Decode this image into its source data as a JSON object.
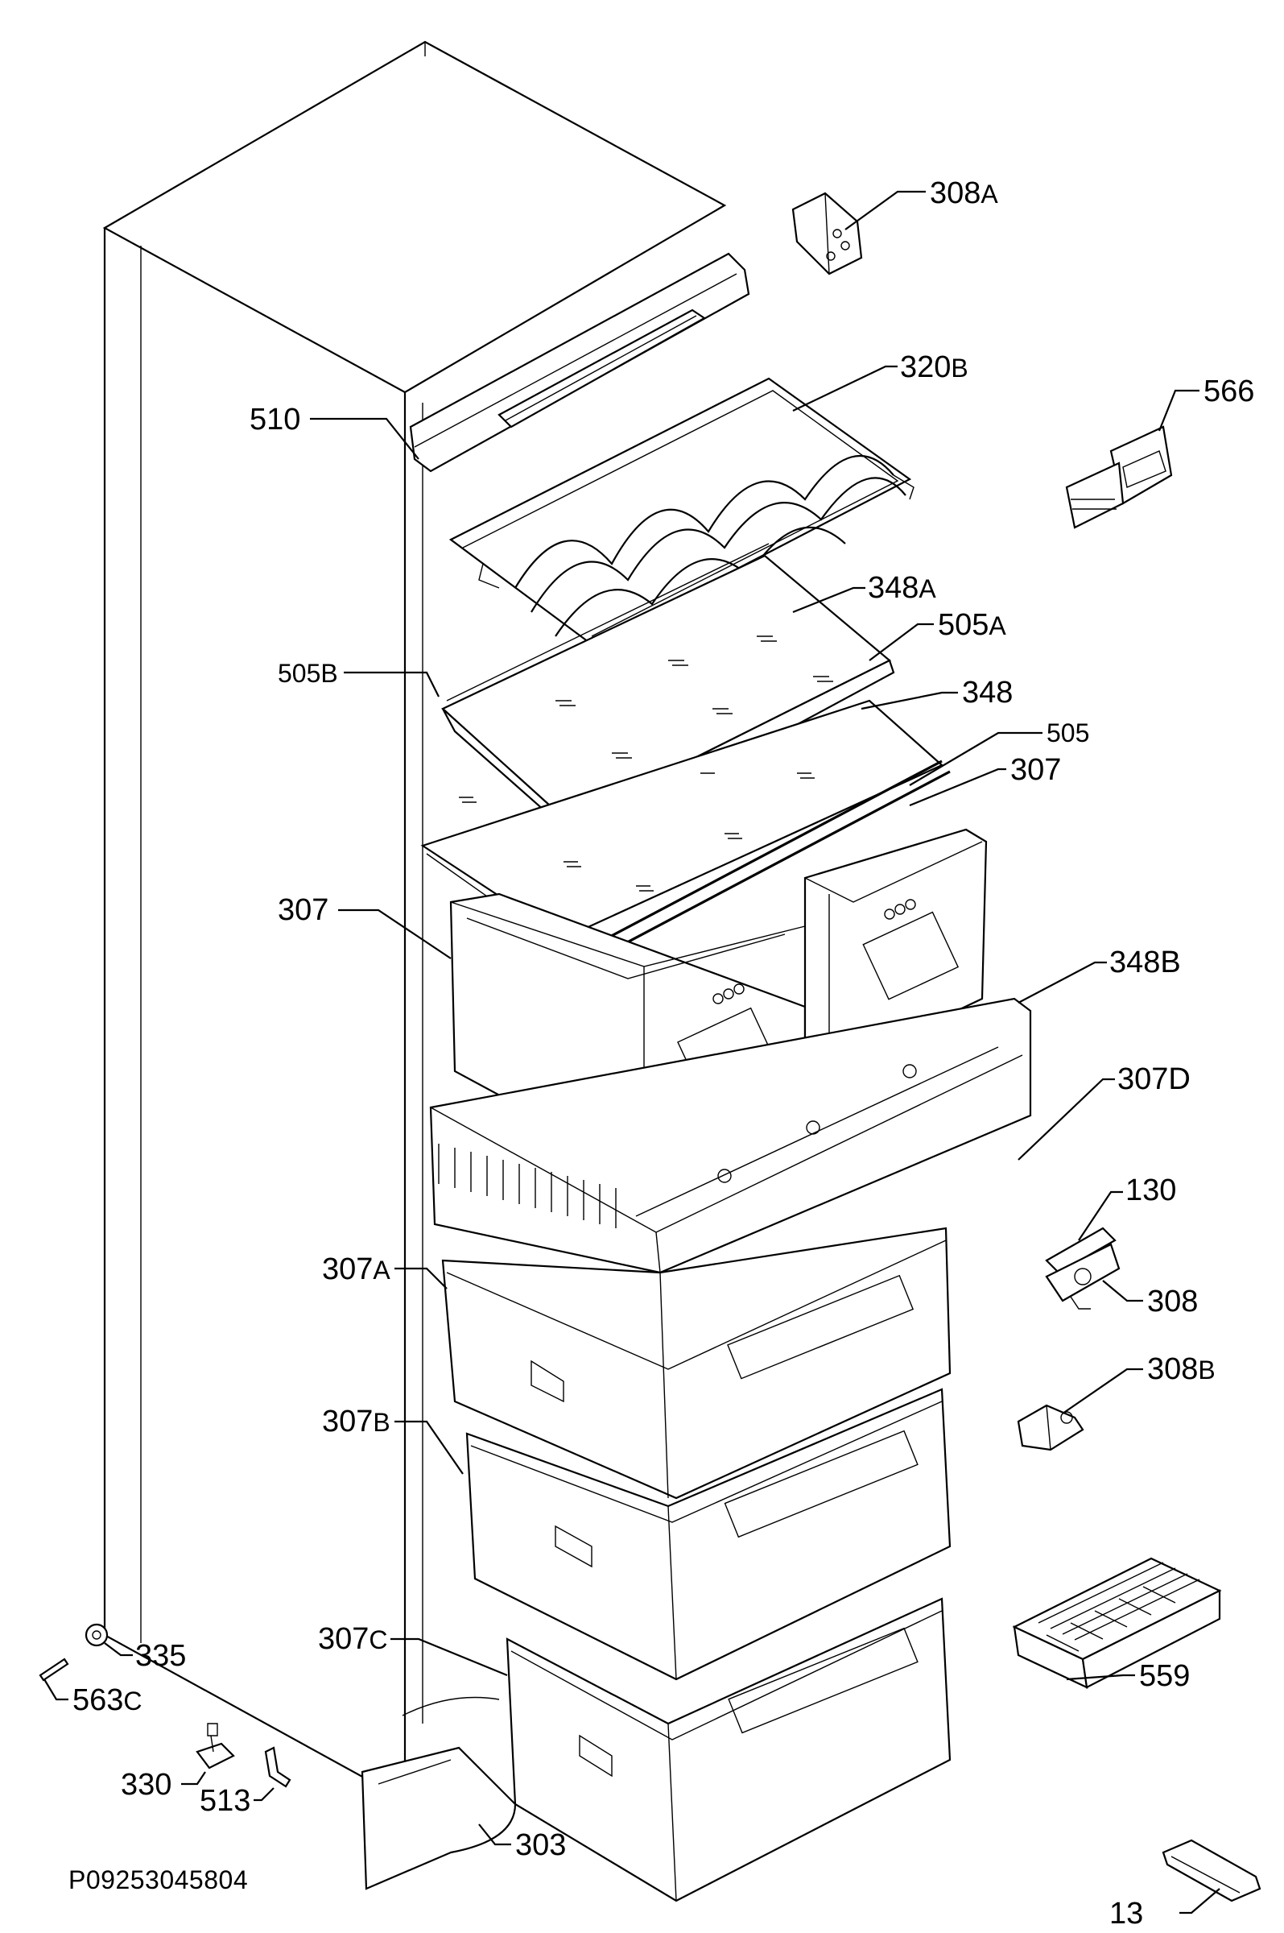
{
  "diagram": {
    "drawing_code": "P09253045804",
    "callouts": [
      {
        "id": "308A",
        "main": "308",
        "suffix": "A"
      },
      {
        "id": "320B",
        "main": "320",
        "suffix": "B"
      },
      {
        "id": "510",
        "main": "510",
        "suffix": ""
      },
      {
        "id": "566",
        "main": "566",
        "suffix": ""
      },
      {
        "id": "348A",
        "main": "348",
        "suffix": "A"
      },
      {
        "id": "505A",
        "main": "505",
        "suffix": "A"
      },
      {
        "id": "505B",
        "main": "505",
        "suffix": "B"
      },
      {
        "id": "348",
        "main": "348",
        "suffix": ""
      },
      {
        "id": "505",
        "main": "505",
        "suffix": ""
      },
      {
        "id": "307_top",
        "main": "307",
        "suffix": ""
      },
      {
        "id": "307_left",
        "main": "307",
        "suffix": ""
      },
      {
        "id": "348B",
        "main": "348",
        "suffix": "B"
      },
      {
        "id": "307D",
        "main": "307",
        "suffix": "D"
      },
      {
        "id": "130",
        "main": "130",
        "suffix": ""
      },
      {
        "id": "308",
        "main": "308",
        "suffix": ""
      },
      {
        "id": "307A",
        "main": "307",
        "suffix": "A"
      },
      {
        "id": "308B",
        "main": "308",
        "suffix": "B"
      },
      {
        "id": "307B",
        "main": "307",
        "suffix": "B"
      },
      {
        "id": "307C",
        "main": "307",
        "suffix": "C"
      },
      {
        "id": "335",
        "main": "335",
        "suffix": ""
      },
      {
        "id": "563C",
        "main": "563",
        "suffix": "C"
      },
      {
        "id": "559",
        "main": "559",
        "suffix": ""
      },
      {
        "id": "330",
        "main": "330",
        "suffix": ""
      },
      {
        "id": "513",
        "main": "513",
        "suffix": ""
      },
      {
        "id": "303",
        "main": "303",
        "suffix": ""
      },
      {
        "id": "13",
        "main": "13",
        "suffix": ""
      }
    ]
  }
}
